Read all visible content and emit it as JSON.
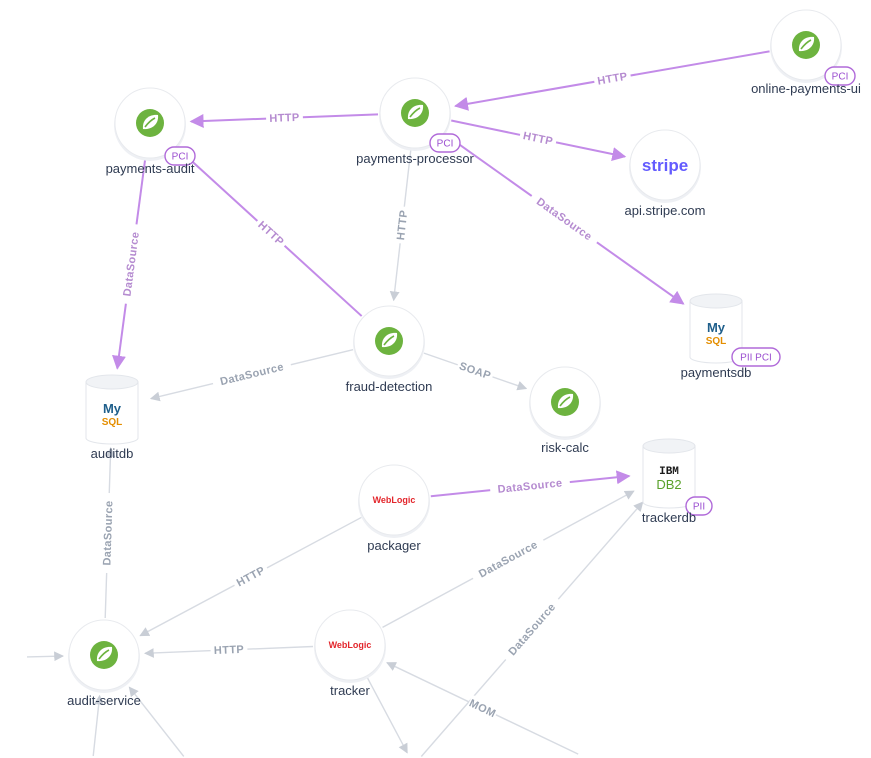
{
  "colors": {
    "protocol_edge": "#c38be8",
    "muted_edge": "#d7dbe2",
    "label_purple": "#b58bd0",
    "label_gray": "#9aa3b1",
    "spring_green": "#6db33f",
    "badge": "#9b4fd0"
  },
  "nodes": [
    {
      "id": "online-payments-ui",
      "label": "online-payments-ui",
      "icon": "spring-icon",
      "badges": [
        "PCI"
      ]
    },
    {
      "id": "payments-audit",
      "label": "payments-audit",
      "icon": "spring-icon",
      "badges": [
        "PCI"
      ]
    },
    {
      "id": "payments-processor",
      "label": "payments-processor",
      "icon": "spring-icon",
      "badges": [
        "PCI"
      ]
    },
    {
      "id": "api-stripe",
      "label": "api.stripe.com",
      "icon": "stripe-logo",
      "logo_text": "stripe",
      "badges": []
    },
    {
      "id": "paymentsdb",
      "label": "paymentsdb",
      "icon": "mysql-db",
      "logo_text": [
        "My",
        "SQL"
      ],
      "badges": [
        "PII PCI"
      ]
    },
    {
      "id": "fraud-detection",
      "label": "fraud-detection",
      "icon": "spring-icon",
      "badges": []
    },
    {
      "id": "auditdb",
      "label": "auditdb",
      "icon": "mysql-db",
      "logo_text": [
        "My",
        "SQL"
      ],
      "badges": []
    },
    {
      "id": "risk-calc",
      "label": "risk-calc",
      "icon": "spring-icon",
      "badges": []
    },
    {
      "id": "packager",
      "label": "packager",
      "icon": "weblogic-logo",
      "logo_text": "WebLogic",
      "badges": []
    },
    {
      "id": "trackerdb",
      "label": "trackerdb",
      "icon": "db2-db",
      "logo_text": [
        "IBM",
        "DB2"
      ],
      "badges": [
        "PII"
      ]
    },
    {
      "id": "audit-service",
      "label": "audit-service",
      "icon": "spring-icon",
      "badges": []
    },
    {
      "id": "tracker",
      "label": "tracker",
      "icon": "weblogic-logo",
      "logo_text": "WebLogic",
      "badges": []
    }
  ],
  "edges": [
    {
      "id": "e-opui-pp",
      "from": "online-payments-ui",
      "to": "payments-processor",
      "label": "HTTP",
      "style": "purple"
    },
    {
      "id": "e-pp-pa",
      "from": "payments-processor",
      "to": "payments-audit",
      "label": "HTTP",
      "style": "purple"
    },
    {
      "id": "e-pp-stripe",
      "from": "payments-processor",
      "to": "api-stripe",
      "label": "HTTP",
      "style": "purple"
    },
    {
      "id": "e-pp-pdb",
      "from": "payments-processor",
      "to": "paymentsdb",
      "label": "DataSource",
      "style": "purple"
    },
    {
      "id": "e-pa-adb",
      "from": "payments-audit",
      "to": "auditdb",
      "label": "DataSource",
      "style": "purple"
    },
    {
      "id": "e-fd-pa",
      "from": "fraud-detection",
      "to": "payments-audit",
      "label": "HTTP",
      "style": "purple"
    },
    {
      "id": "e-pp-fd",
      "from": "payments-processor",
      "to": "fraud-detection",
      "label": "HTTP",
      "style": "gray"
    },
    {
      "id": "e-fd-adb",
      "from": "fraud-detection",
      "to": "auditdb",
      "label": "DataSource",
      "style": "gray"
    },
    {
      "id": "e-fd-rc",
      "from": "fraud-detection",
      "to": "risk-calc",
      "label": "SOAP",
      "style": "gray"
    },
    {
      "id": "e-pk-tdb",
      "from": "packager",
      "to": "trackerdb",
      "label": "DataSource",
      "style": "purple"
    },
    {
      "id": "e-pk-as",
      "from": "packager",
      "to": "audit-service",
      "label": "HTTP",
      "style": "gray"
    },
    {
      "id": "e-as-adb",
      "from": "audit-service",
      "to": "auditdb",
      "label": "DataSource",
      "style": "gray"
    },
    {
      "id": "e-tr-as",
      "from": "tracker",
      "to": "audit-service",
      "label": "HTTP",
      "style": "gray"
    },
    {
      "id": "e-tr-tdb",
      "from": "tracker",
      "to": "trackerdb",
      "label": "DataSource",
      "style": "gray"
    },
    {
      "id": "e-x-tdb",
      "from": "offscreen-1",
      "to": "trackerdb",
      "label": "DataSource",
      "style": "gray"
    },
    {
      "id": "e-x-tr",
      "from": "offscreen-2",
      "to": "tracker",
      "label": "MOM",
      "style": "gray"
    },
    {
      "id": "e-x-as-left",
      "from": "offscreen-3",
      "to": "audit-service",
      "label": "",
      "style": "gray"
    },
    {
      "id": "e-x-as-bottom",
      "from": "offscreen-4",
      "to": "audit-service",
      "label": "",
      "style": "gray"
    },
    {
      "id": "e-x-as-diag",
      "from": "offscreen-5",
      "to": "audit-service",
      "label": "",
      "style": "gray"
    },
    {
      "id": "e-x-tr-down",
      "from": "tracker",
      "to": "offscreen-6",
      "label": "",
      "style": "gray"
    }
  ]
}
